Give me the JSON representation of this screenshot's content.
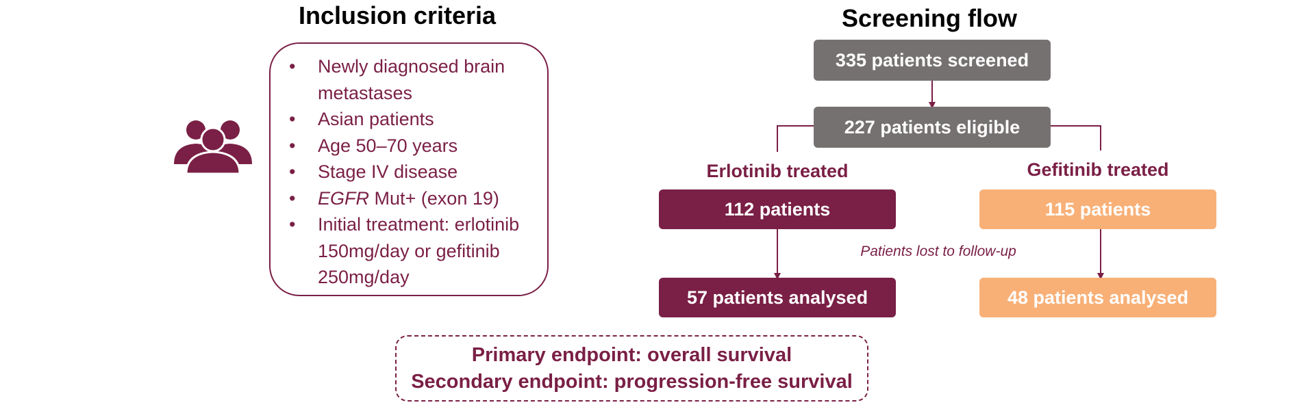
{
  "inclusion": {
    "title": "Inclusion criteria",
    "criteria": [
      "Newly diagnosed brain metastases",
      "Asian patients",
      "Age 50–70 years",
      "Stage IV disease",
      {
        "italic": "EGFR",
        "rest": " Mut+ (exon 19)"
      },
      "Initial treatment: erlotinib 150mg/day or gefitinib 250mg/day"
    ],
    "icon": "people-group-icon"
  },
  "flow": {
    "title": "Screening flow",
    "screened": "335 patients screened",
    "eligible": "227 patients eligible",
    "arms": [
      {
        "label": "Erlotinib treated",
        "treated": "112 patients",
        "analysed": "57 patients analysed"
      },
      {
        "label": "Gefitinib treated",
        "treated": "115 patients",
        "analysed": "48 patients analysed"
      }
    ],
    "lost_to_follow_up": "Patients lost to follow-up"
  },
  "endpoints": {
    "primary": "Primary endpoint: overall survival",
    "secondary": "Secondary endpoint: progression-free survival"
  },
  "colors": {
    "maroon": "#7a1f45",
    "gray": "#767171",
    "peach": "#f8b077"
  }
}
